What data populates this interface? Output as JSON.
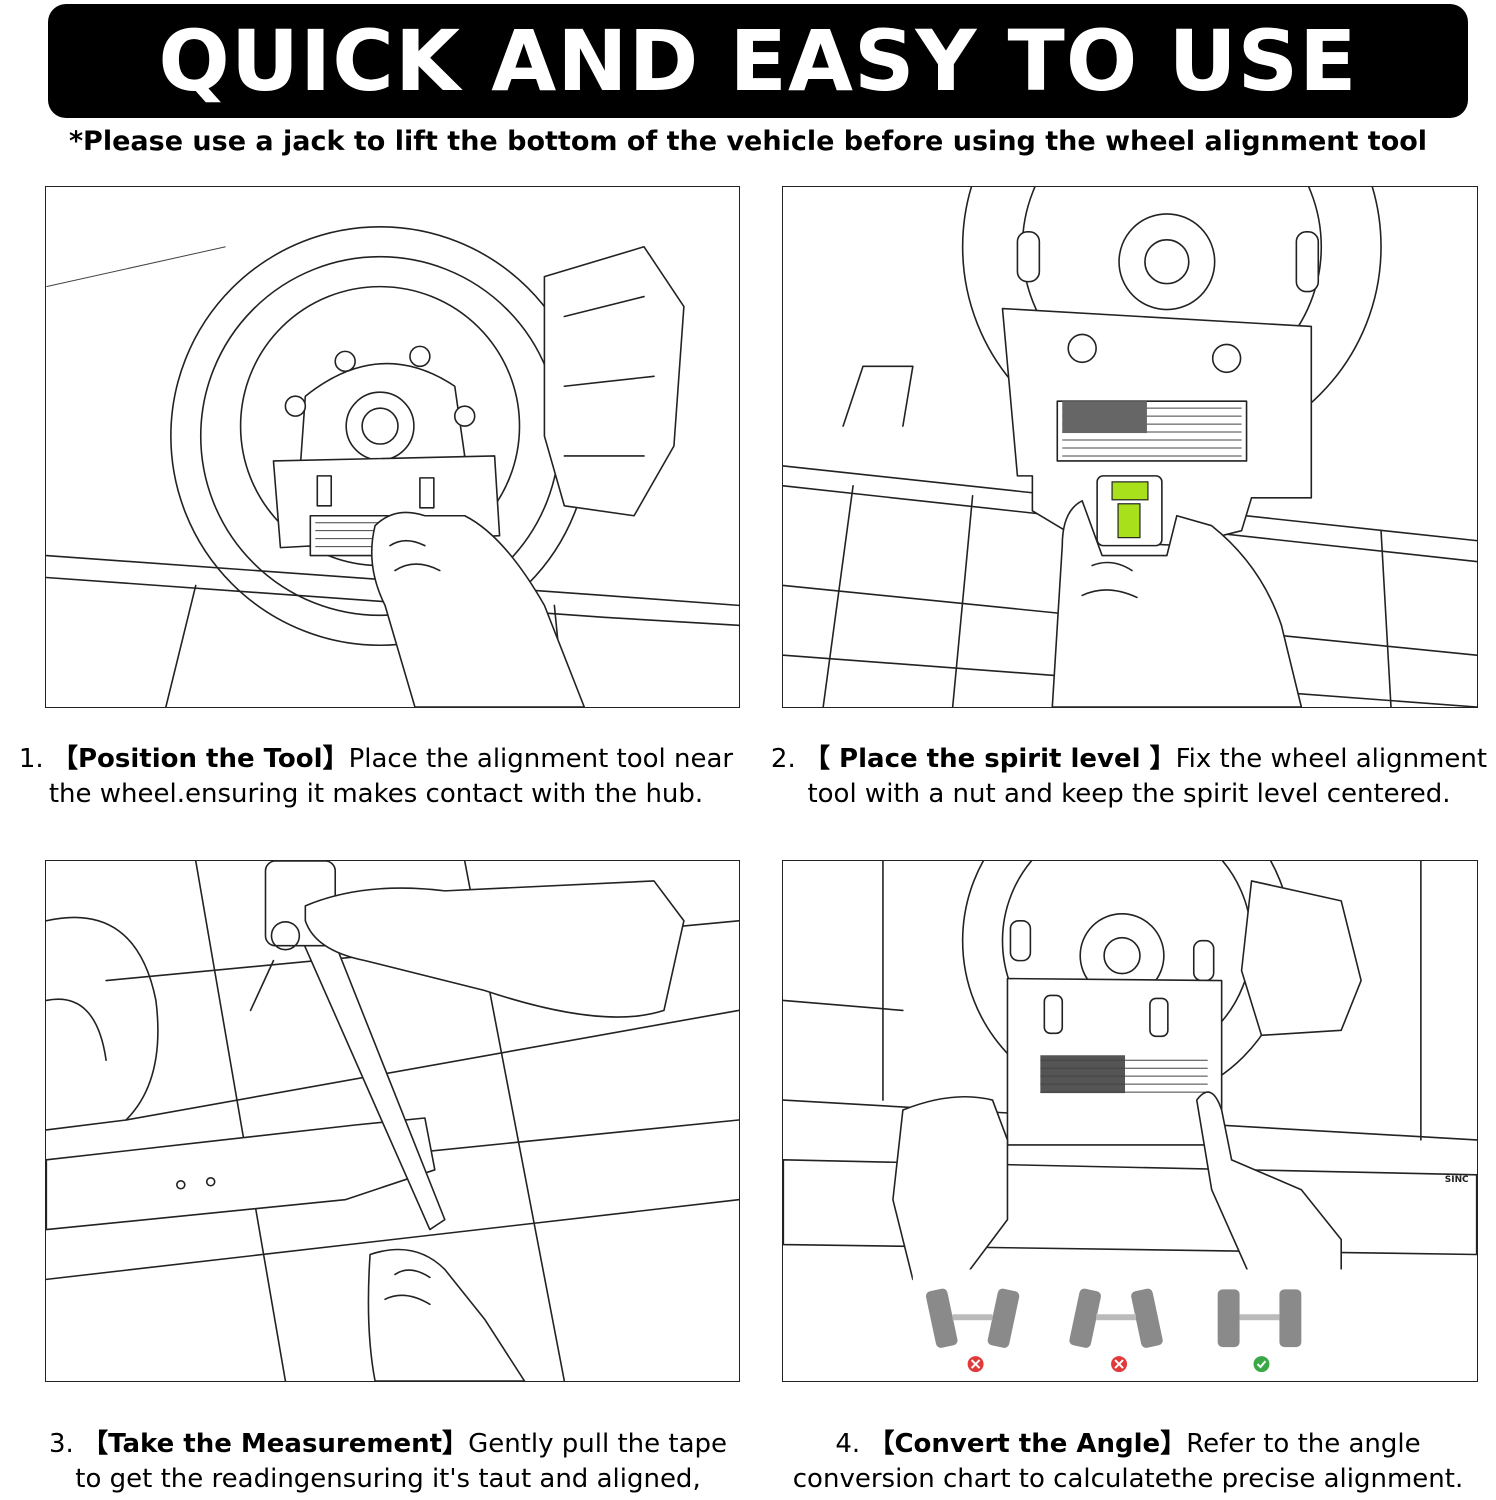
{
  "banner": {
    "title": "QUICK AND EASY TO USE"
  },
  "subtitle": "*Please use a jack to lift the bottom of the vehicle before using the wheel alignment tool",
  "steps": [
    {
      "number": "1.",
      "heading": "【Position the Tool】",
      "line1_rest": "Place the alignment tool near",
      "line2": "the wheel.ensuring it makes contact with the hub."
    },
    {
      "number": "2.",
      "heading": "【 Place the spirit level 】",
      "line1_rest": "Fix the wheel alignment",
      "line2": "tool with a nut and keep the spirit level centered."
    },
    {
      "number": "3.",
      "heading": "【Take the Measurement】",
      "line1_rest": "Gently pull the tape",
      "line2": "to get the readingensuring it's taut and aligned,"
    },
    {
      "number": "4.",
      "heading": "【Convert the Angle】",
      "line1_rest": "Refer to the angle",
      "line2": "conversion chart to calculatethe precise alignment."
    }
  ],
  "panel4": {
    "ruler_brand": "SINC"
  },
  "colors": {
    "banner_bg": "#000000",
    "level_green": "#a8e01c",
    "wrong_red": "#e03a3a",
    "right_green": "#3aa845",
    "tire_gray": "#8a8a8a"
  },
  "icons": {
    "wrong": "x-circle-icon",
    "right": "check-circle-icon"
  }
}
